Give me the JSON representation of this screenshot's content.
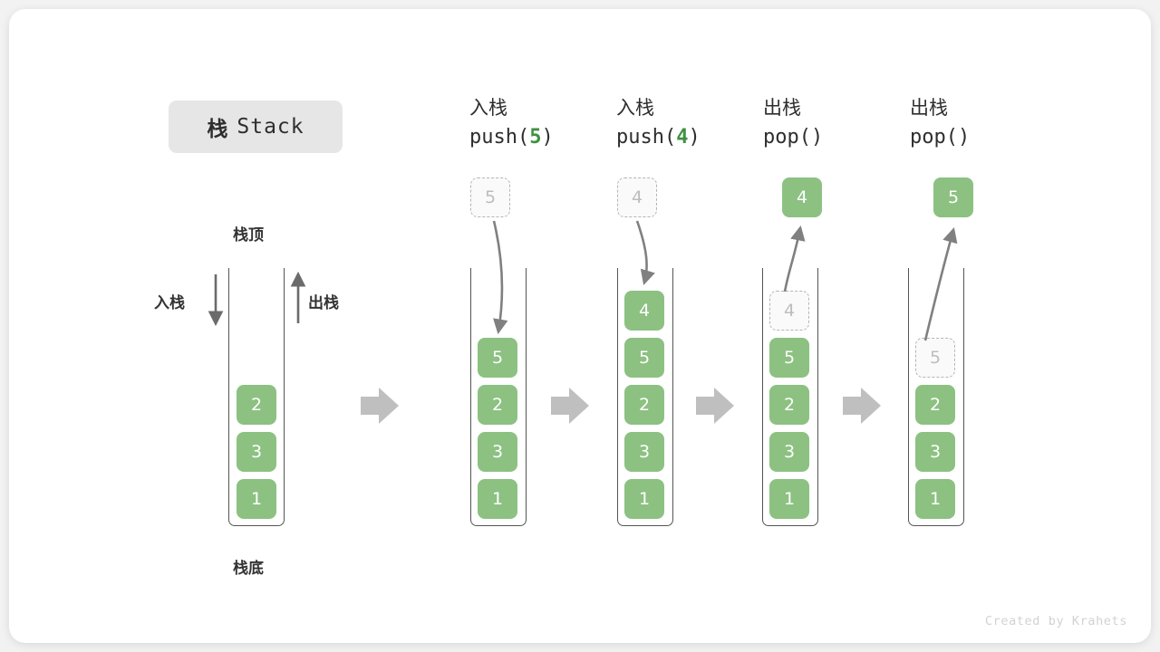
{
  "title": {
    "cn": "栈",
    "en": "Stack"
  },
  "labels": {
    "top": "栈顶",
    "bottom": "栈底",
    "push": "入栈",
    "pop": "出栈"
  },
  "colors": {
    "element": "#8cc182",
    "element_text": "#ffffff",
    "ghost_fill": "#fafafa",
    "ghost_border": "#b5b5b5",
    "ghost_text": "#bdbdbd",
    "accent_code": "#3f9142",
    "container_border": "#555555",
    "arrow": "#808080",
    "step_arrow": "#bfbfbf",
    "badge_bg": "#e6e6e6",
    "page_bg": "#f2f2f2",
    "card_bg": "#ffffff"
  },
  "base_stack": {
    "name": "base-stack",
    "items": [
      "2",
      "3",
      "1"
    ]
  },
  "steps": [
    {
      "id": "push-5",
      "op_cn": "入栈",
      "code_pre": "push(",
      "code_arg": "5",
      "code_post": ")",
      "floating": {
        "value": "5",
        "state": "ghost"
      },
      "direction": "in",
      "stack": [
        {
          "value": "5",
          "state": "solid"
        },
        {
          "value": "2",
          "state": "solid"
        },
        {
          "value": "3",
          "state": "solid"
        },
        {
          "value": "1",
          "state": "solid"
        }
      ]
    },
    {
      "id": "push-4",
      "op_cn": "入栈",
      "code_pre": "push(",
      "code_arg": "4",
      "code_post": ")",
      "floating": {
        "value": "4",
        "state": "ghost"
      },
      "direction": "in",
      "stack": [
        {
          "value": "4",
          "state": "solid"
        },
        {
          "value": "5",
          "state": "solid"
        },
        {
          "value": "2",
          "state": "solid"
        },
        {
          "value": "3",
          "state": "solid"
        },
        {
          "value": "1",
          "state": "solid"
        }
      ]
    },
    {
      "id": "pop-4",
      "op_cn": "出栈",
      "code_pre": "pop(",
      "code_arg": "",
      "code_post": ")",
      "floating": {
        "value": "4",
        "state": "solid"
      },
      "direction": "out",
      "stack": [
        {
          "value": "4",
          "state": "ghost"
        },
        {
          "value": "5",
          "state": "solid"
        },
        {
          "value": "2",
          "state": "solid"
        },
        {
          "value": "3",
          "state": "solid"
        },
        {
          "value": "1",
          "state": "solid"
        }
      ]
    },
    {
      "id": "pop-5",
      "op_cn": "出栈",
      "code_pre": "pop(",
      "code_arg": "",
      "code_post": ")",
      "floating": {
        "value": "5",
        "state": "solid"
      },
      "direction": "out",
      "stack": [
        {
          "value": "",
          "state": "empty"
        },
        {
          "value": "5",
          "state": "ghost"
        },
        {
          "value": "2",
          "state": "solid"
        },
        {
          "value": "3",
          "state": "solid"
        },
        {
          "value": "1",
          "state": "solid"
        }
      ]
    }
  ],
  "footer": "Created by Krahets"
}
